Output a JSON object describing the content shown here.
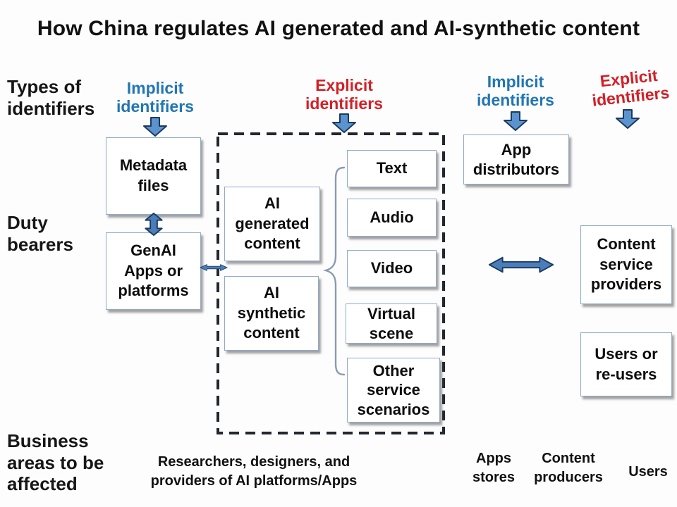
{
  "title": "How China regulates AI generated and AI-synthetic content",
  "colors": {
    "implicit_label": "#2176b5",
    "explicit_label": "#d41f26",
    "arrow_fill": "#4a7ebb",
    "arrow_outline": "#1c3a5e",
    "box_border": "#8faacc",
    "brace": "#8a9bb0",
    "dashed_border": "#23272f"
  },
  "row_labels": {
    "types_of_identifiers": "Types of\nidentifiers",
    "duty_bearers": "Duty\nbearers",
    "business_areas": "Business\nareas to be\naffected"
  },
  "identifier_labels": {
    "implicit_left": "Implicit\nidentifiers",
    "explicit_middle": "Explicit\nidentifiers",
    "implicit_right": "Implicit\nidentifiers",
    "explicit_right": "Explicit\nidentifiers"
  },
  "boxes": {
    "metadata_files": "Metadata\nfiles",
    "genai_apps": "GenAI\nApps or\nplatforms",
    "ai_generated": "AI\ngenerated\ncontent",
    "ai_synthetic": "AI\nsynthetic\ncontent",
    "text": "Text",
    "audio": "Audio",
    "video": "Video",
    "virtual_scene": "Virtual\nscene",
    "other_service": "Other\nservice\nscenarios",
    "app_distributors": "App\ndistributors",
    "content_service_providers": "Content\nservice\nproviders",
    "users_or_reusers": "Users or\nre-users"
  },
  "bottom_labels": {
    "researchers": "Researchers, designers, and\nproviders of AI platforms/Apps",
    "apps_stores": "Apps\nstores",
    "content_producers": "Content\nproducers",
    "users": "Users"
  }
}
